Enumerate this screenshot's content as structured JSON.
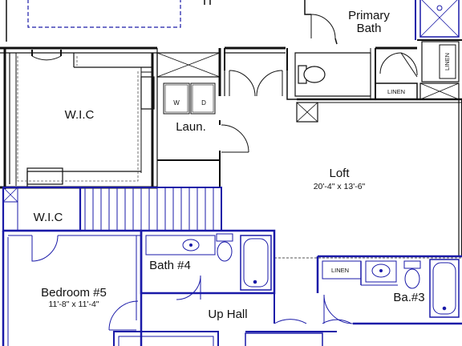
{
  "rooms": {
    "primary_bath": {
      "line1": "Primary",
      "line2": "Bath"
    },
    "wic_large": {
      "name": "W.I.C"
    },
    "laundry": {
      "name": "Laun."
    },
    "loft": {
      "name": "Loft",
      "dims": "20'-4\" x 13'-6\""
    },
    "wic_small": {
      "name": "W.I.C"
    },
    "bath4": {
      "name": "Bath #4"
    },
    "bedroom5": {
      "name": "Bedroom #5",
      "dims": "11'-8\" x 11'-4\""
    },
    "up_hall": {
      "name": "Up Hall"
    },
    "bath3": {
      "name": "Ba.#3"
    }
  },
  "labels": {
    "linen_primary_hall": "LINEN",
    "linen_primary_closet": "LINEN",
    "linen_bath3": "LINEN",
    "washer": "W",
    "dryer": "D"
  },
  "colors": {
    "wall": "#111111",
    "highlight": "#1a1aa8",
    "fill": "#ffffff"
  }
}
